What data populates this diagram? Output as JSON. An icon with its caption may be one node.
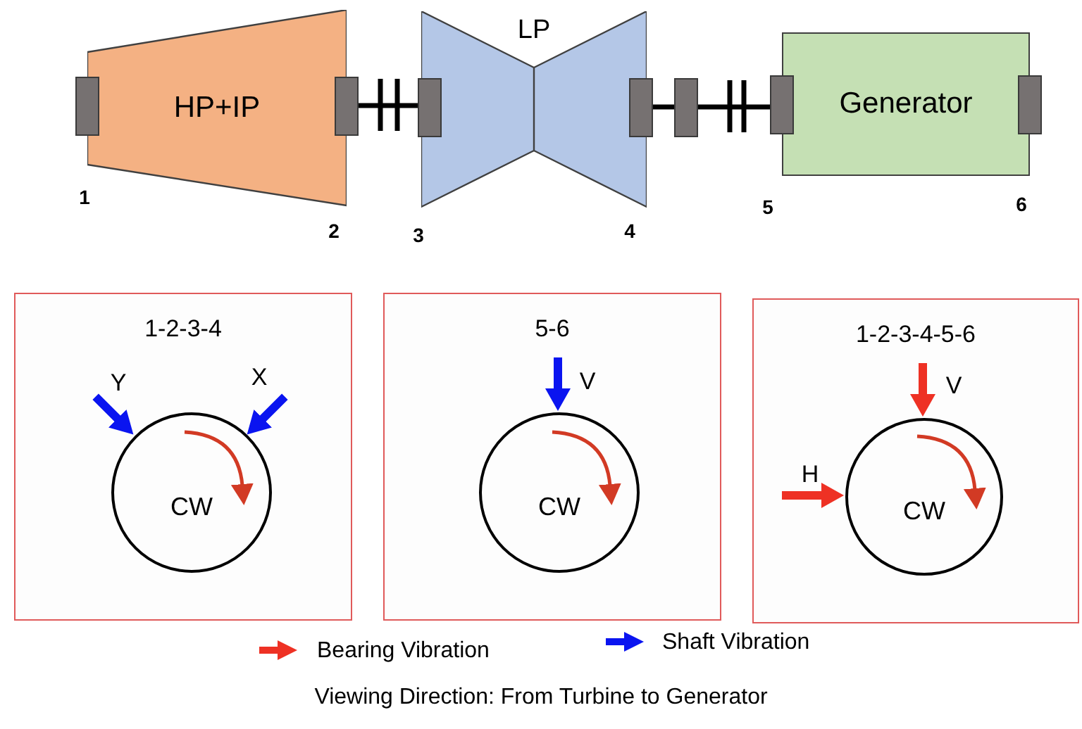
{
  "diagram": {
    "nodes": [
      {
        "text": [
          "HP+IP"
        ]
      },
      {
        "text": [
          "LP"
        ]
      },
      {
        "text": [
          "Generator"
        ]
      },
      {
        "text": [
          "1-2-3-4"
        ]
      },
      {
        "text": [
          "CW"
        ],
        "in": 3
      },
      {
        "text": [
          "5-6"
        ]
      },
      {
        "text": [
          "CW"
        ],
        "in": 5
      },
      {
        "text": [
          "1-2-3-4-5-6"
        ]
      },
      {
        "text": [
          "CW"
        ],
        "in": 7
      }
    ],
    "edges": [
      {
        "from": null,
        "to": 4,
        "arrow": "to",
        "label": "Y"
      },
      {
        "from": null,
        "to": 4,
        "arrow": "to",
        "label": "X"
      },
      {
        "from": null,
        "to": 6,
        "arrow": "to",
        "label": "V"
      },
      {
        "from": null,
        "to": 8,
        "arrow": "to",
        "label": "V",
        "color": "#ee3124"
      },
      {
        "from": null,
        "to": 8,
        "arrow": "to",
        "label": "H",
        "color": "#ee3124"
      }
    ],
    "labels": [
      "1",
      "2",
      "3",
      "4",
      "5",
      "6"
    ],
    "legend": [
      {
        "text": "Bearing Vibration"
      },
      {
        "text": "Shaft Vibration"
      }
    ],
    "caption": "Viewing Direction: From Turbine to Generator"
  }
}
